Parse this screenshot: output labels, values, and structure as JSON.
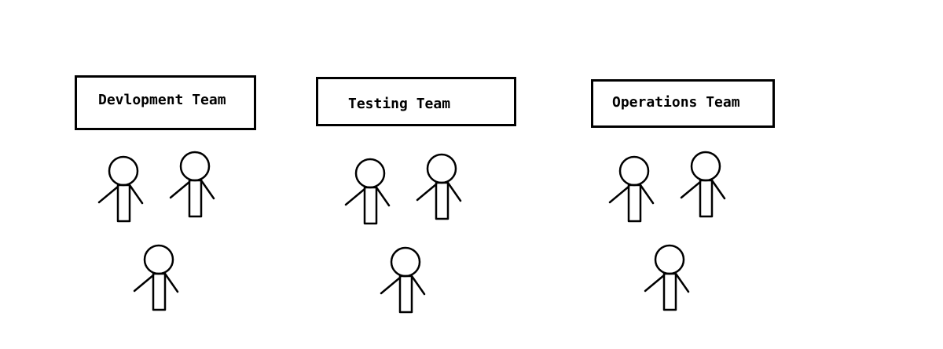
{
  "teams": [
    {
      "label": "Devlopment Team",
      "member_count": 3
    },
    {
      "label": "Testing Team",
      "member_count": 3
    },
    {
      "label": "Operations Team",
      "member_count": 3
    }
  ],
  "colors": {
    "stroke": "#000000",
    "background": "#ffffff"
  }
}
